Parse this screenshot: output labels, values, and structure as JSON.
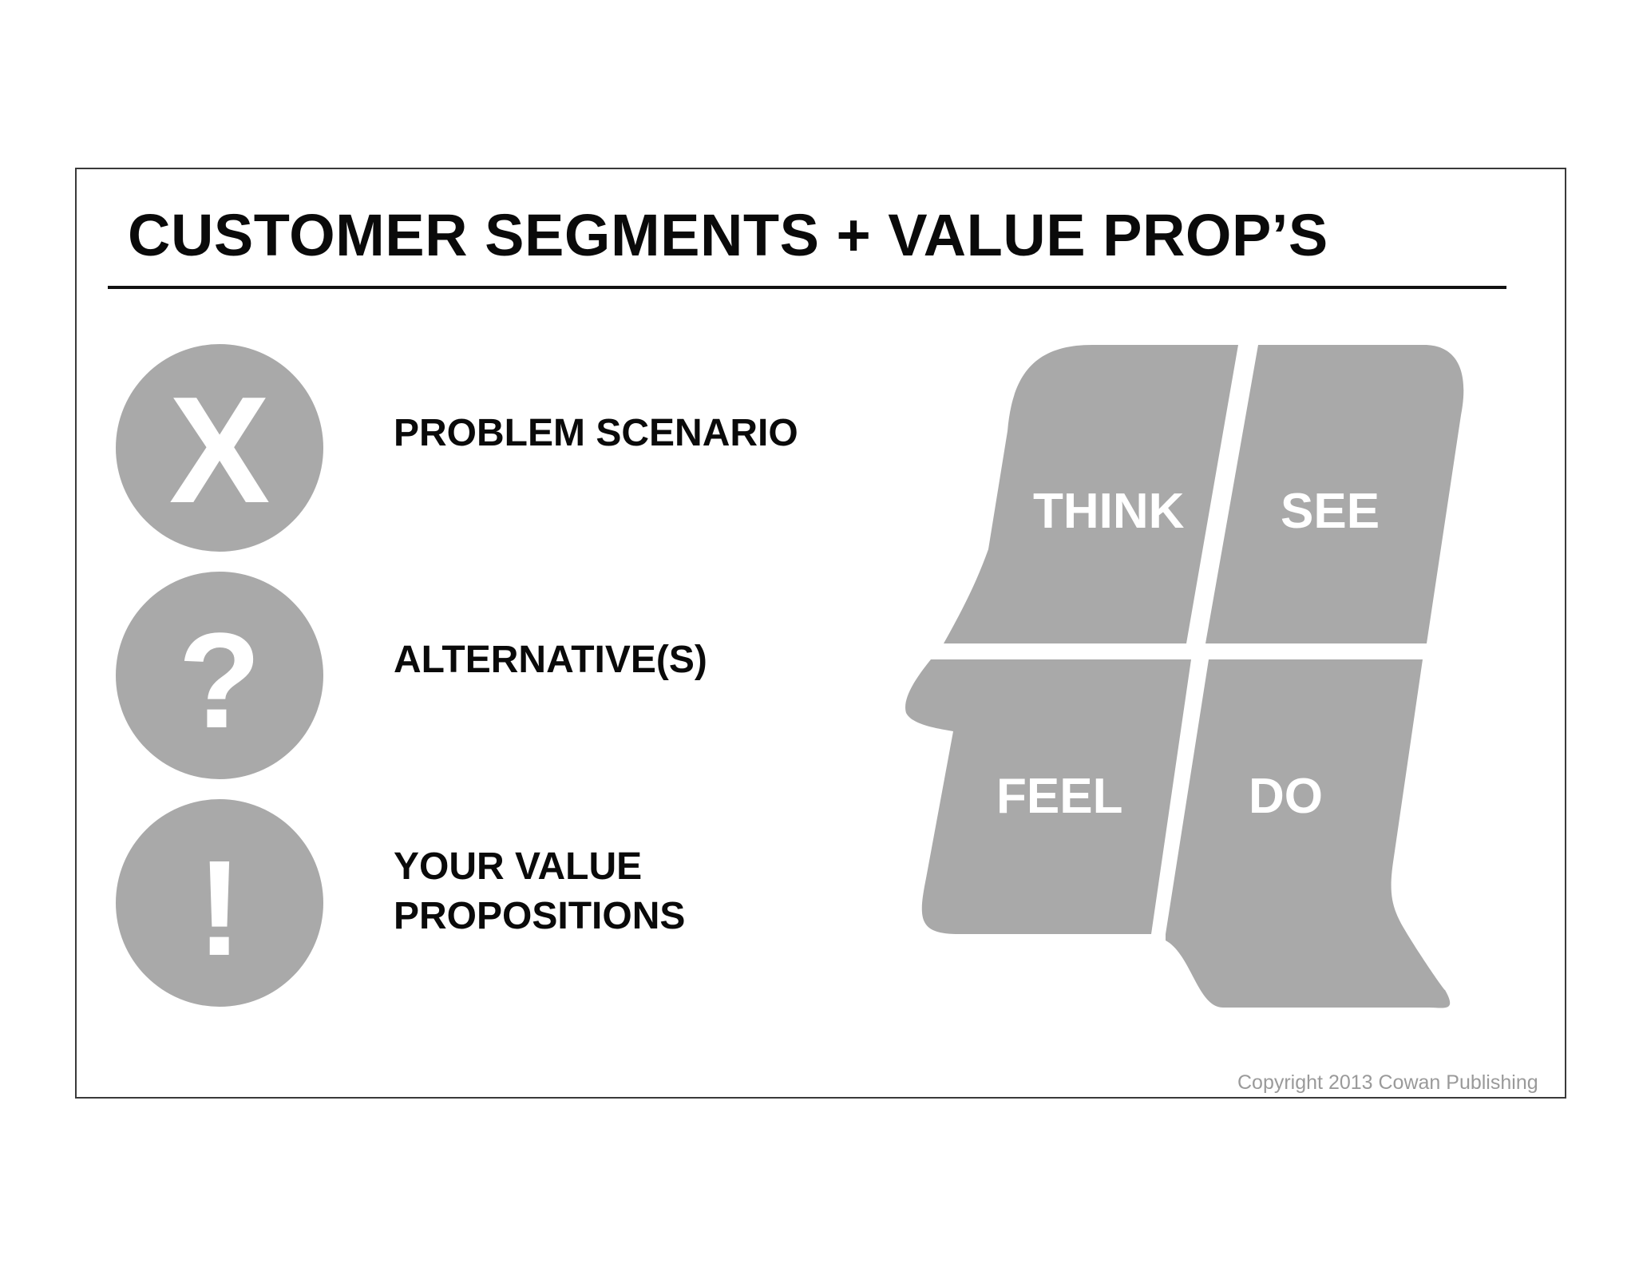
{
  "title": "CUSTOMER SEGMENTS + VALUE PROP’S",
  "items": [
    {
      "icon": "x-icon",
      "symbol": "X",
      "label": "PROBLEM SCENARIO"
    },
    {
      "icon": "question-icon",
      "symbol": "?",
      "label": "ALTERNATIVE(S)"
    },
    {
      "icon": "exclamation-icon",
      "symbol": "!",
      "label_lines": [
        "YOUR VALUE",
        "PROPOSITIONS"
      ]
    }
  ],
  "head": {
    "think": "THINK",
    "see": "SEE",
    "feel": "FEEL",
    "do": "DO"
  },
  "colors": {
    "shape_gray": "#a9a9a9",
    "text": "#0a0a0a",
    "copyright_gray": "#9a9a9a"
  },
  "copyright": "Copyright 2013 Cowan Publishing"
}
